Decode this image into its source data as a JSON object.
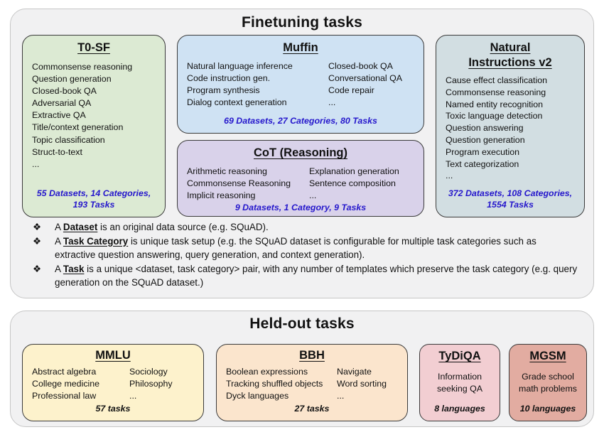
{
  "colors": {
    "panel_bg": "#f1f1f2",
    "panel_border": "#c6c6c6",
    "box_border": "#3a3a3a",
    "t0sf_bg": "#dcead3",
    "muffin_bg": "#cfe2f3",
    "cot_bg": "#d9d2ea",
    "niv2_bg": "#d2dee2",
    "mmlu_bg": "#fdf2cc",
    "bbh_bg": "#fbe5cd",
    "tydiqa_bg": "#f2ced2",
    "mgsm_bg": "#e2aca1",
    "stats_blue": "#2517cc"
  },
  "finetuning": {
    "title": "Finetuning tasks",
    "notes_marker": "❖",
    "boxes": {
      "t0sf": {
        "title": "T0-SF",
        "items": [
          "Commonsense reasoning",
          "Question generation",
          "Closed-book QA",
          "Adversarial QA",
          "Extractive QA",
          "Title/context generation",
          "Topic classification",
          "Struct-to-text",
          "..."
        ],
        "stats": "55 Datasets, 14 Categories, 193 Tasks"
      },
      "muffin": {
        "title": "Muffin",
        "left": [
          "Natural language inference",
          "Code instruction gen.",
          "Program synthesis",
          "Dialog context generation"
        ],
        "right": [
          "Closed-book QA",
          "Conversational QA",
          "Code repair",
          "..."
        ],
        "stats": "69 Datasets, 27 Categories, 80 Tasks"
      },
      "cot": {
        "title": "CoT (Reasoning)",
        "left": [
          "Arithmetic reasoning",
          "Commonsense Reasoning",
          "Implicit reasoning"
        ],
        "right": [
          "Explanation generation",
          "Sentence composition",
          "..."
        ],
        "stats": "9 Datasets, 1 Category, 9 Tasks"
      },
      "niv2": {
        "title_line1": "Natural",
        "title_line2": "Instructions v2",
        "items": [
          "Cause effect classification",
          "Commonsense reasoning",
          "Named entity recognition",
          "Toxic language detection",
          "Question answering",
          "Question generation",
          "Program execution",
          "Text categorization",
          "..."
        ],
        "stats": "372 Datasets, 108 Categories, 1554 Tasks"
      }
    },
    "notes": [
      {
        "pre": "A ",
        "term": "Dataset",
        "rest": " is an original data source (e.g. SQuAD)."
      },
      {
        "pre": "A ",
        "term": "Task Category",
        "rest": " is unique task setup (e.g. the SQuAD dataset is configurable for multiple task categories such as extractive question answering, query generation, and context generation)."
      },
      {
        "pre": "A ",
        "term": "Task",
        "rest": " is a unique <dataset, task category> pair, with any number of templates which preserve the task category (e.g. query generation on the SQuAD dataset.)"
      }
    ]
  },
  "heldout": {
    "title": "Held-out tasks",
    "boxes": {
      "mmlu": {
        "title": "MMLU",
        "left": [
          "Abstract algebra",
          "College medicine",
          "Professional law"
        ],
        "right": [
          "Sociology",
          "Philosophy",
          "..."
        ],
        "stats": "57 tasks"
      },
      "bbh": {
        "title": "BBH",
        "left": [
          "Boolean expressions",
          "Tracking shuffled objects",
          "Dyck languages"
        ],
        "right": [
          "Navigate",
          "Word sorting",
          "..."
        ],
        "stats": "27 tasks"
      },
      "tydiqa": {
        "title": "TyDiQA",
        "body_line1": "Information",
        "body_line2": "seeking QA",
        "stats": "8 languages"
      },
      "mgsm": {
        "title": "MGSM",
        "body_line1": "Grade school",
        "body_line2": "math problems",
        "stats": "10 languages"
      }
    }
  }
}
